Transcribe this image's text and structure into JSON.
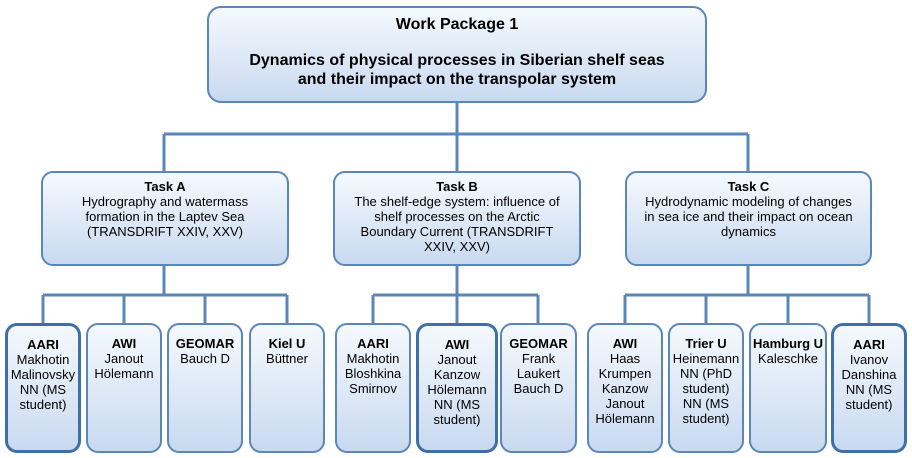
{
  "work_package": {
    "title": "Work Package 1",
    "subtitle_line1": "Dynamics of physical processes in Siberian shelf seas",
    "subtitle_line2": "and their impact on the transpolar system"
  },
  "tasks": [
    {
      "title": "Task A",
      "lines": [
        "Hydrography and watermass",
        "formation in the Laptev Sea",
        "(TRANSDRIFT XXIV, XXV)"
      ],
      "teams": [
        {
          "name": "AARI",
          "members": [
            "Makhotin",
            "Malinovsky",
            "NN (MS",
            "student)"
          ]
        },
        {
          "name": "AWI",
          "members": [
            "Janout",
            "Hölemann"
          ]
        },
        {
          "name": "GEOMAR",
          "members": [
            "Bauch D"
          ]
        },
        {
          "name": "Kiel U",
          "members": [
            "Büttner"
          ]
        }
      ]
    },
    {
      "title": "Task B",
      "lines": [
        "The shelf-edge system: influence of",
        "shelf processes on the Arctic",
        "Boundary Current (TRANSDRIFT",
        "XXIV, XXV)"
      ],
      "teams": [
        {
          "name": "AARI",
          "members": [
            "Makhotin",
            "Bloshkina",
            "Smirnov"
          ]
        },
        {
          "name": "AWI",
          "members": [
            "Janout",
            "Kanzow",
            "Hölemann",
            "NN (MS",
            "student)"
          ]
        },
        {
          "name": "GEOMAR",
          "members": [
            "Frank",
            "Laukert",
            "Bauch D"
          ]
        }
      ]
    },
    {
      "title": "Task C",
      "lines": [
        "Hydrodynamic modeling of changes",
        "in sea ice and their impact on ocean",
        "dynamics"
      ],
      "teams": [
        {
          "name": "AWI",
          "members": [
            "Haas",
            "Krumpen",
            "Kanzow",
            "Janout",
            "Hölemann"
          ]
        },
        {
          "name": "Trier U",
          "members": [
            "Heinemann",
            "NN (PhD",
            "student)",
            "NN (MS",
            "student)"
          ]
        },
        {
          "name": "Hamburg U",
          "members": [
            "Kaleschke"
          ]
        },
        {
          "name": "AARI",
          "members": [
            "Ivanov",
            "Danshina",
            "NN (MS",
            "student)"
          ]
        }
      ]
    }
  ],
  "colors": {
    "line": "#5b86b8",
    "box_border": "#5b86b8",
    "box_fill_top": "#f5f9fe",
    "box_fill_bottom": "#c8d9f0"
  }
}
